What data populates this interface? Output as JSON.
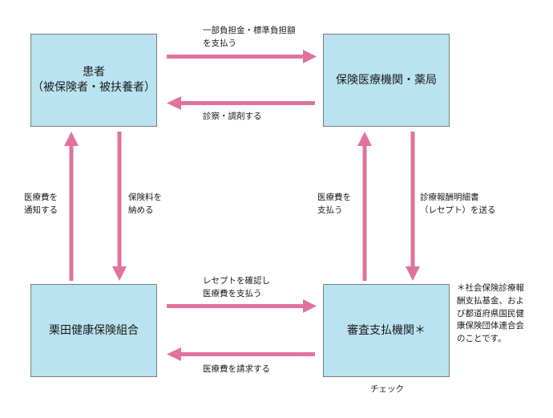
{
  "nodes": {
    "patient_line1": "患者",
    "patient_line2": "（被保険者・被扶養者）",
    "provider": "保険医療機関・薬局",
    "insurer": "栗田健康保険組合",
    "reviewer": "審査支払機関＊"
  },
  "edges": {
    "patient_to_provider_l1": "一部負担金・標準負担額",
    "patient_to_provider_l2": "を支払う",
    "provider_to_patient": "診察・調剤する",
    "insurer_to_patient_l1": "医療費を",
    "insurer_to_patient_l2": "通知する",
    "patient_to_insurer_l1": "保険料を",
    "patient_to_insurer_l2": "納める",
    "reviewer_to_provider_l1": "医療費を",
    "reviewer_to_provider_l2": "支払う",
    "provider_to_reviewer_l1": "診療報酬明細書",
    "provider_to_reviewer_l2": "（レセプト）を送る",
    "insurer_to_reviewer_l1": "レセプトを確認し",
    "insurer_to_reviewer_l2": "医療費を支払う",
    "reviewer_to_insurer": "医療費を請求する",
    "check": "チェック"
  },
  "note": {
    "line1": "＊社会保険診療報",
    "line2": "酬支払基金、およ",
    "line3": "び都道府県国民健",
    "line4": "康保険団体連合会",
    "line5": "のことです。"
  },
  "colors": {
    "arrow": "#e0739e",
    "box_fill": "#b9e3f0",
    "box_border": "#7c7c7c"
  }
}
